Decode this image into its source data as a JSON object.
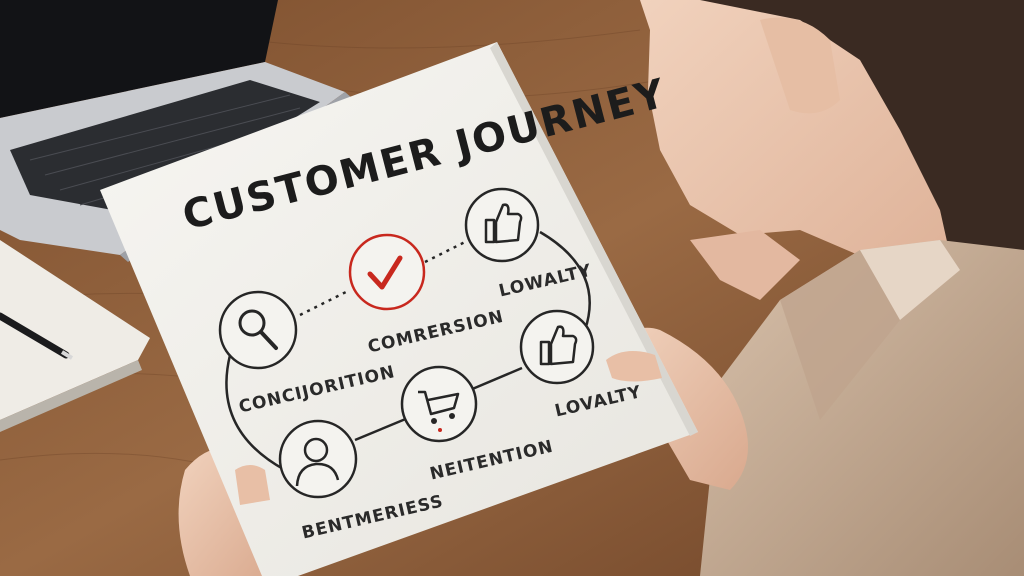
{
  "poster": {
    "title": "CUSTOMER JOURNEY",
    "stages": {
      "consideration": "CONCIJORITION",
      "conversion": "COMRERSION",
      "loyalty_top": "LOWALTY",
      "loyalty_right": "LOVALTY",
      "retention": "NEITENTION",
      "awareness": "BENTMERIESS"
    }
  },
  "icons": {
    "magnifier": "search-icon",
    "checkmark": "checkmark-icon",
    "thumbs_up_top": "thumbs-up-icon",
    "thumbs_up_right": "thumbs-up-icon",
    "cart": "shopping-cart-icon",
    "person": "person-icon"
  },
  "colors": {
    "table": "#8a5a36",
    "paper": "#f3f2ee",
    "ink": "#2a2a2a",
    "accent_red": "#c8281e",
    "blazer": "#cdb49e",
    "laptop": "#c9cbcf"
  }
}
